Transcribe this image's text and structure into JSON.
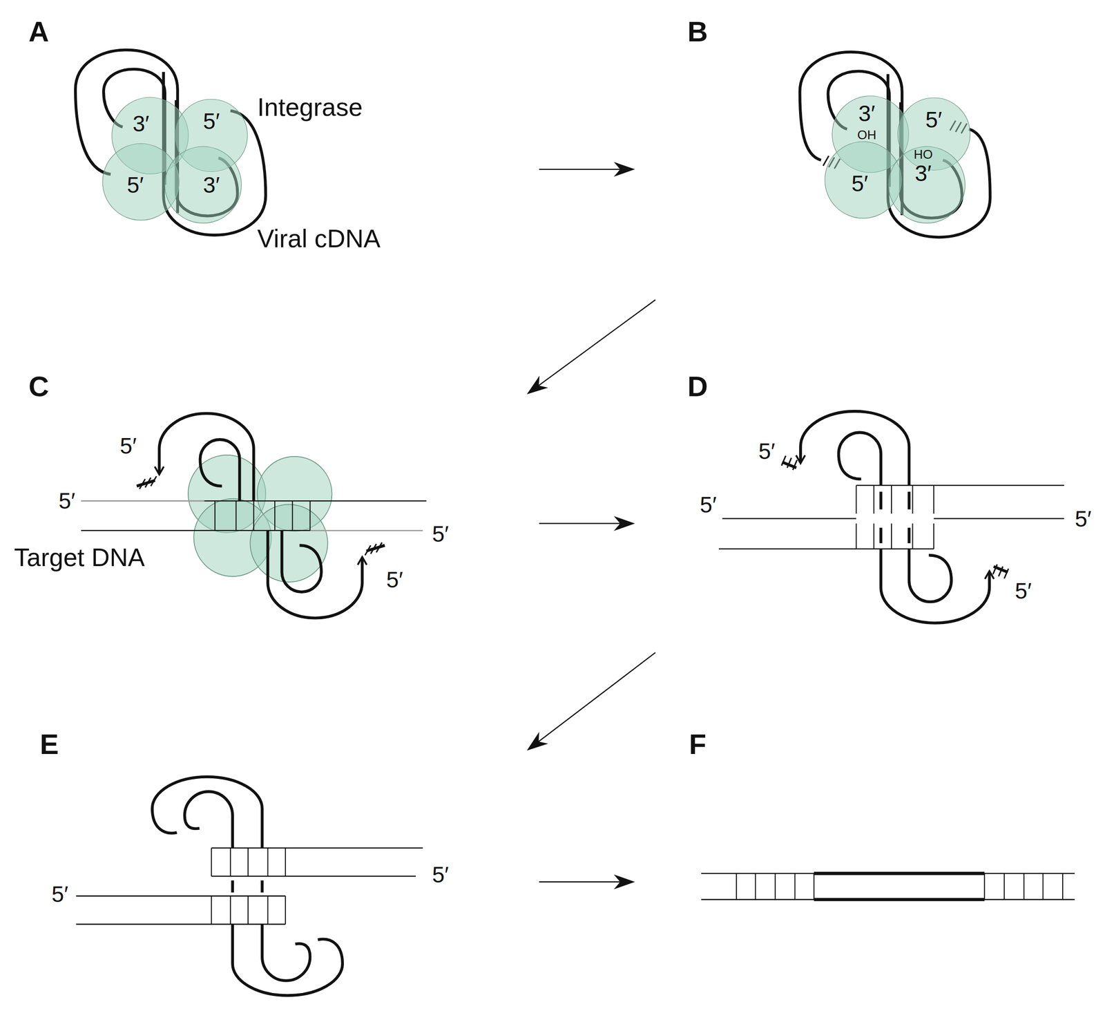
{
  "diagram": {
    "nodes": [
      {
        "text": [
          "3′"
        ]
      },
      {
        "text": [
          "5′"
        ]
      },
      {
        "text": [
          "5′"
        ]
      },
      {
        "text": [
          "3′"
        ]
      },
      {
        "text": [
          "3′",
          "OH"
        ]
      },
      {
        "text": [
          "5′"
        ]
      },
      {
        "text": [
          "5′"
        ]
      },
      {
        "text": [
          "HO",
          "3′"
        ]
      }
    ],
    "labels": [
      "A",
      "Integrase",
      "Viral cDNA",
      "B",
      "C",
      "5′",
      "5′",
      "5′",
      "Target DNA",
      "5′",
      "D",
      "5′",
      "5′",
      "5′",
      "5′",
      "E",
      "5′",
      "5′",
      "F"
    ]
  }
}
